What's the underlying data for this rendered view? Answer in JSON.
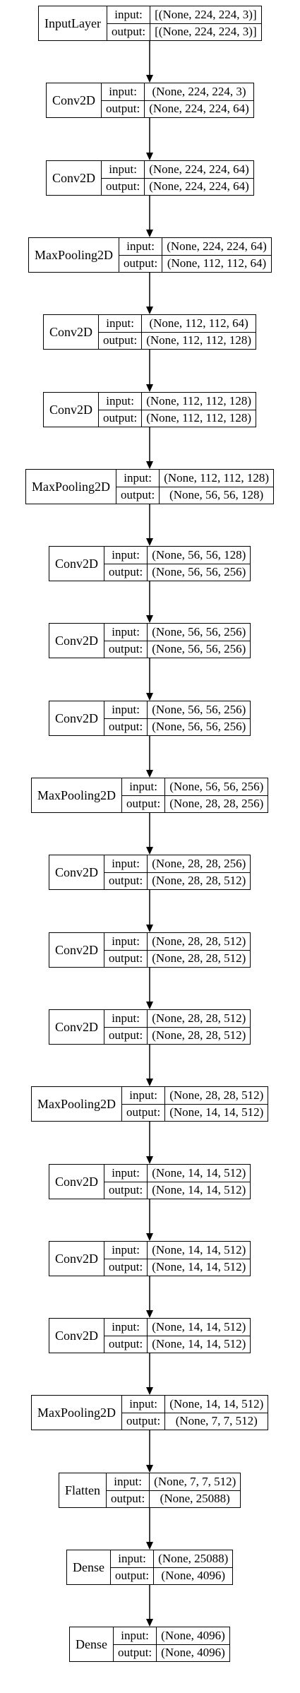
{
  "labels": {
    "input": "input:",
    "output": "output:"
  },
  "layers": [
    {
      "name": "InputLayer",
      "input": "[(None, 224, 224, 3)]",
      "output": "[(None, 224, 224, 3)]"
    },
    {
      "name": "Conv2D",
      "input": "(None, 224, 224, 3)",
      "output": "(None, 224, 224, 64)"
    },
    {
      "name": "Conv2D",
      "input": "(None, 224, 224, 64)",
      "output": "(None, 224, 224, 64)"
    },
    {
      "name": "MaxPooling2D",
      "input": "(None, 224, 224, 64)",
      "output": "(None, 112, 112, 64)"
    },
    {
      "name": "Conv2D",
      "input": "(None, 112, 112, 64)",
      "output": "(None, 112, 112, 128)"
    },
    {
      "name": "Conv2D",
      "input": "(None, 112, 112, 128)",
      "output": "(None, 112, 112, 128)"
    },
    {
      "name": "MaxPooling2D",
      "input": "(None, 112, 112, 128)",
      "output": "(None, 56, 56, 128)"
    },
    {
      "name": "Conv2D",
      "input": "(None, 56, 56, 128)",
      "output": "(None, 56, 56, 256)"
    },
    {
      "name": "Conv2D",
      "input": "(None, 56, 56, 256)",
      "output": "(None, 56, 56, 256)"
    },
    {
      "name": "Conv2D",
      "input": "(None, 56, 56, 256)",
      "output": "(None, 56, 56, 256)"
    },
    {
      "name": "MaxPooling2D",
      "input": "(None, 56, 56, 256)",
      "output": "(None, 28, 28, 256)"
    },
    {
      "name": "Conv2D",
      "input": "(None, 28, 28, 256)",
      "output": "(None, 28, 28, 512)"
    },
    {
      "name": "Conv2D",
      "input": "(None, 28, 28, 512)",
      "output": "(None, 28, 28, 512)"
    },
    {
      "name": "Conv2D",
      "input": "(None, 28, 28, 512)",
      "output": "(None, 28, 28, 512)"
    },
    {
      "name": "MaxPooling2D",
      "input": "(None, 28, 28, 512)",
      "output": "(None, 14, 14, 512)"
    },
    {
      "name": "Conv2D",
      "input": "(None, 14, 14, 512)",
      "output": "(None, 14, 14, 512)"
    },
    {
      "name": "Conv2D",
      "input": "(None, 14, 14, 512)",
      "output": "(None, 14, 14, 512)"
    },
    {
      "name": "Conv2D",
      "input": "(None, 14, 14, 512)",
      "output": "(None, 14, 14, 512)"
    },
    {
      "name": "MaxPooling2D",
      "input": "(None, 14, 14, 512)",
      "output": "(None, 7, 7, 512)"
    },
    {
      "name": "Flatten",
      "input": "(None, 7, 7, 512)",
      "output": "(None, 25088)"
    },
    {
      "name": "Dense",
      "input": "(None, 25088)",
      "output": "(None, 4096)"
    },
    {
      "name": "Dense",
      "input": "(None, 4096)",
      "output": "(None, 4096)"
    }
  ]
}
